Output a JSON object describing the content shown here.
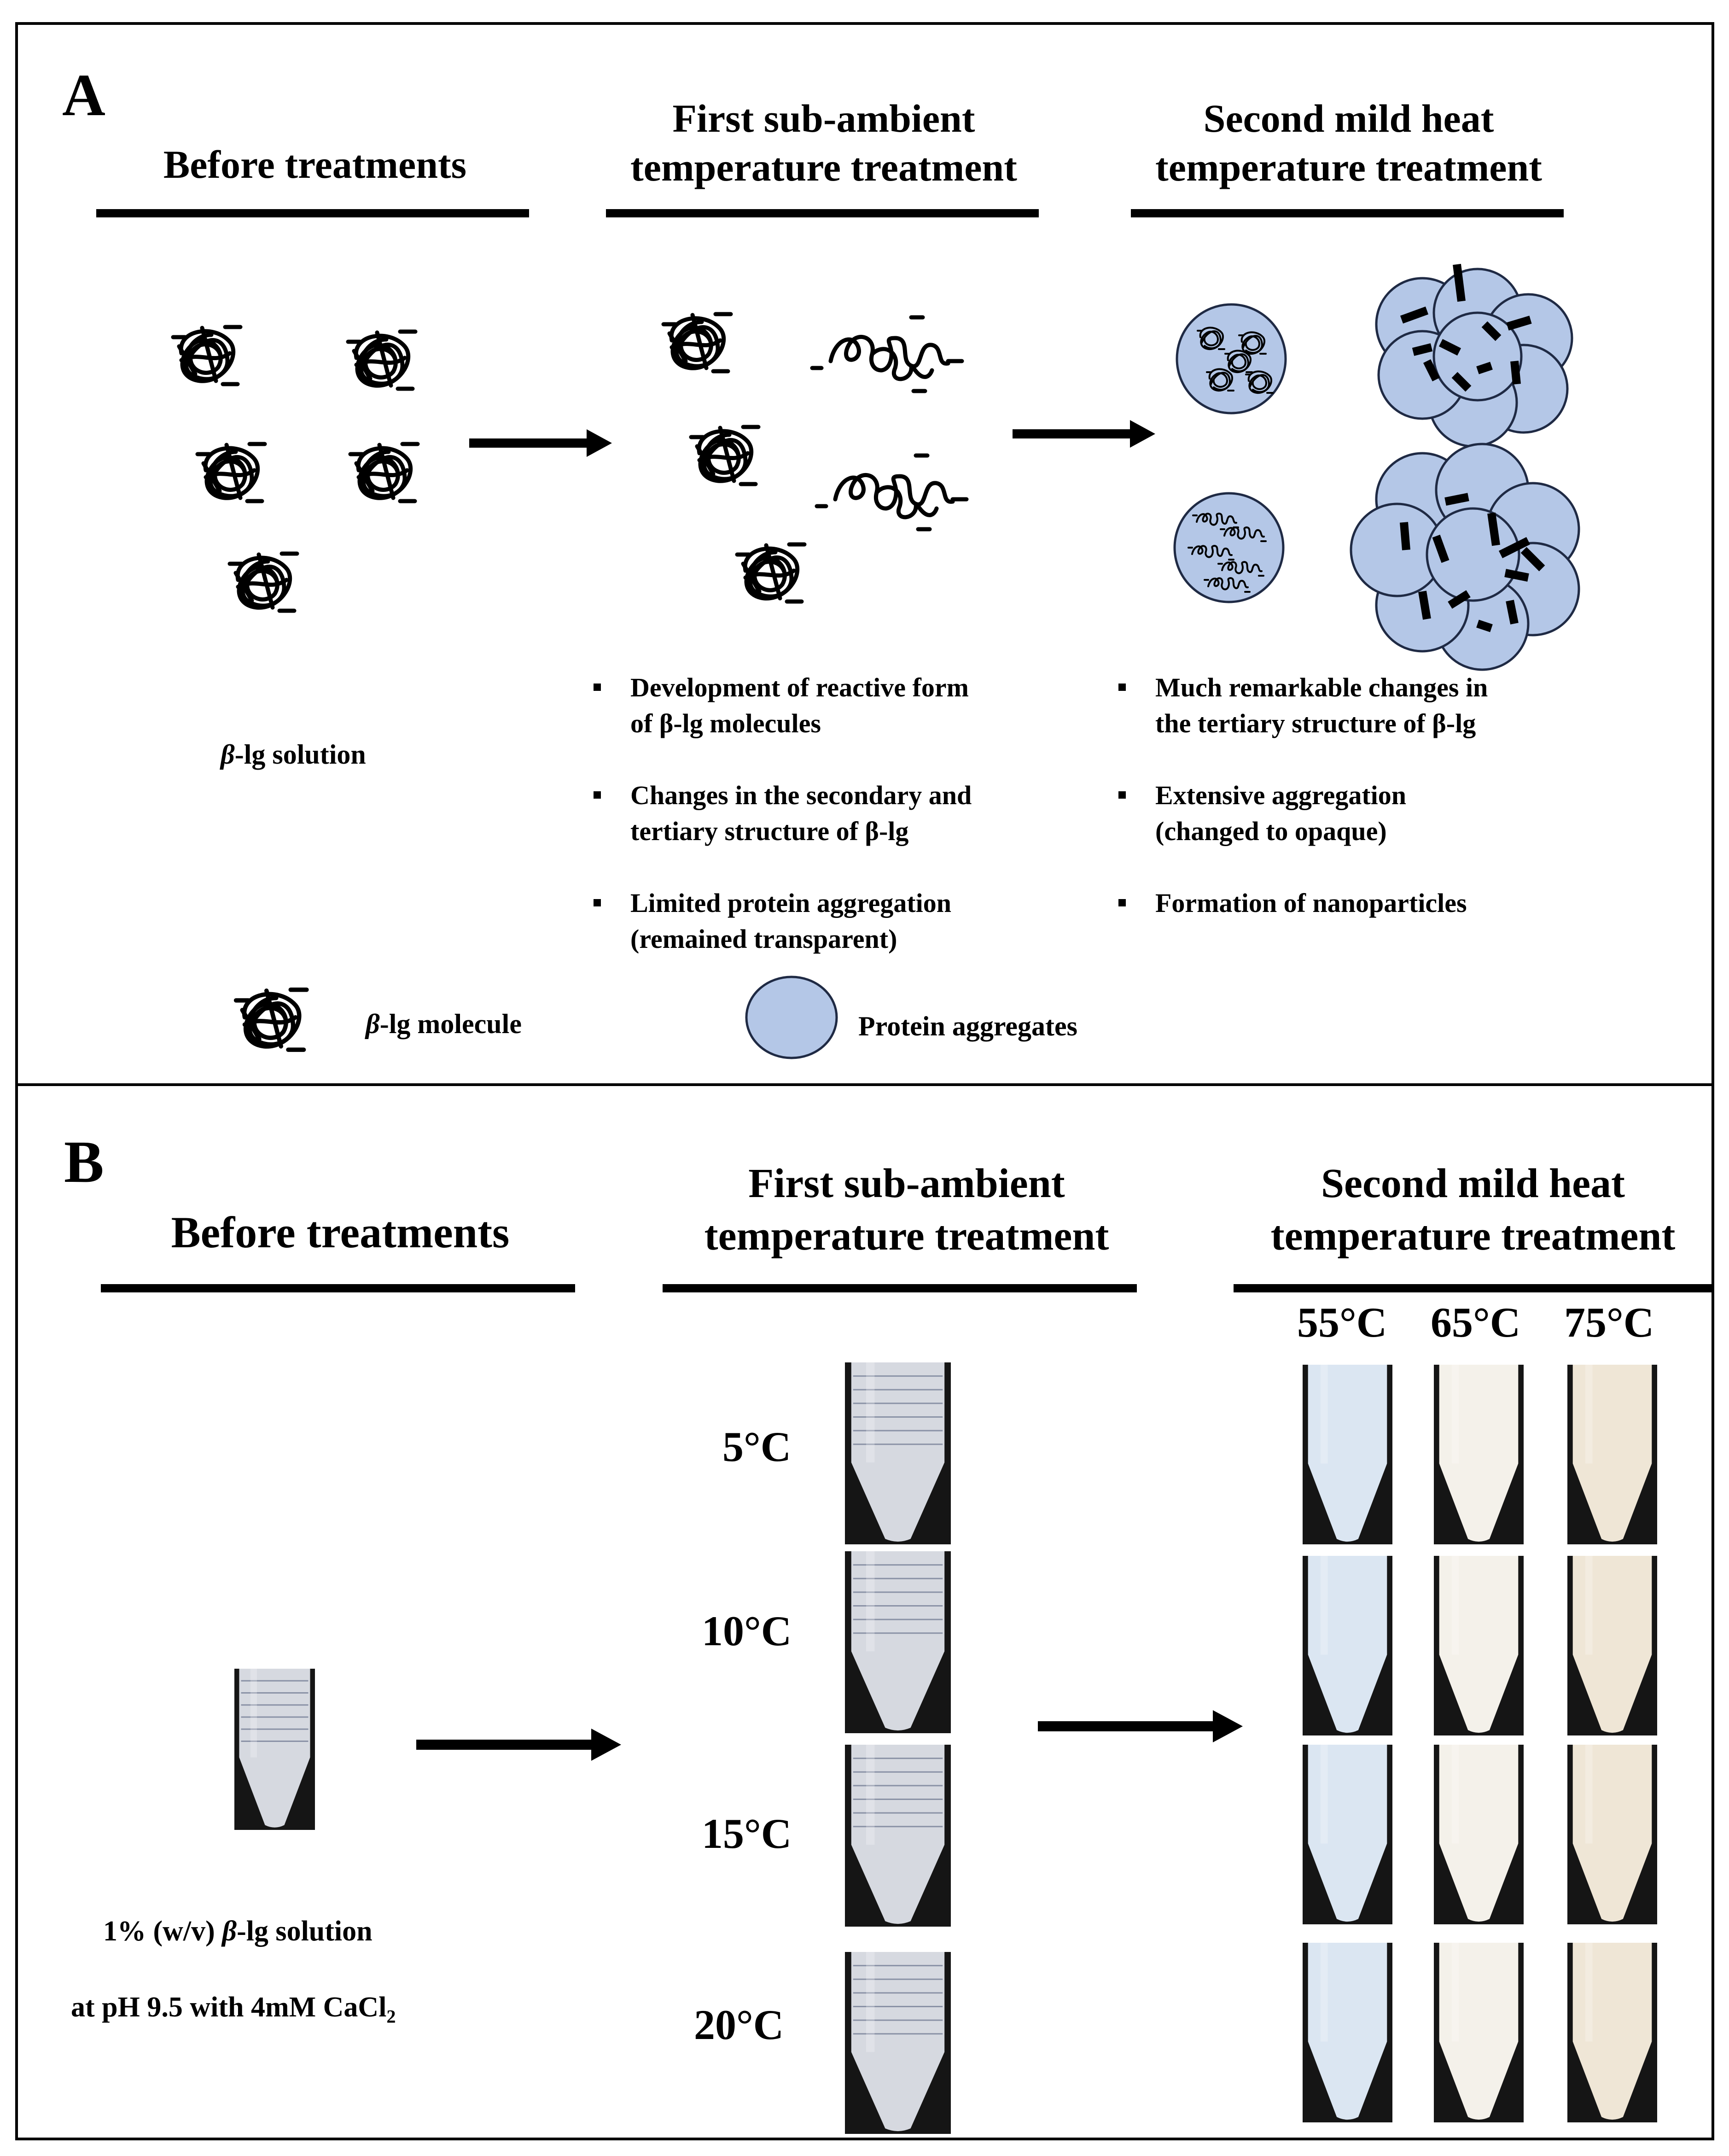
{
  "panel_a": {
    "letter": "A",
    "headings": {
      "before": "Before treatments",
      "first": [
        "First sub-ambient",
        "temperature treatment"
      ],
      "second": [
        "Second mild heat",
        "temperature treatment"
      ]
    },
    "solution_label": {
      "symbol": "β",
      "text": "-lg solution"
    },
    "first_bullets": [
      [
        "Development of reactive form",
        "of β-lg molecules"
      ],
      [
        "Changes in the secondary and",
        "tertiary structure of β-lg"
      ],
      [
        "Limited protein aggregation",
        "(remained transparent)"
      ]
    ],
    "second_bullets": [
      [
        "Much remarkable changes in",
        "the tertiary structure of β-lg"
      ],
      [
        "Extensive aggregation",
        "(changed to opaque)"
      ],
      [
        "Formation of nanoparticles"
      ]
    ],
    "legend": {
      "molecule": {
        "symbol": "β",
        "text": "-lg molecule"
      },
      "aggregates": "Protein aggregates"
    },
    "colors": {
      "aggregate_fill": "#b4c7e7",
      "aggregate_stroke": "#1f2a44",
      "ink": "#000000"
    }
  },
  "panel_b": {
    "letter": "B",
    "headings": {
      "before": "Before treatments",
      "first": [
        "First sub-ambient",
        "temperature treatment"
      ],
      "second": [
        "Second mild heat",
        "temperature treatment"
      ]
    },
    "solution_caption": {
      "line1_pre": "1% (w/v) ",
      "line1_symbol": "β",
      "line1_post": "-lg solution",
      "line2_pre": "at pH 9.5 with 4mM CaCl",
      "line2_sub": "2"
    },
    "sub_ambient_temps": [
      "5°C",
      "10°C",
      "15°C",
      "20°C"
    ],
    "heat_temps": [
      "55°C",
      "65°C",
      "75°C"
    ],
    "tube_colors": {
      "transparent": "#d6d9e0",
      "bluish": "#dbe6f2",
      "white": "#f4f1ea",
      "cream": "#efe6d6",
      "background": "#151515"
    }
  }
}
